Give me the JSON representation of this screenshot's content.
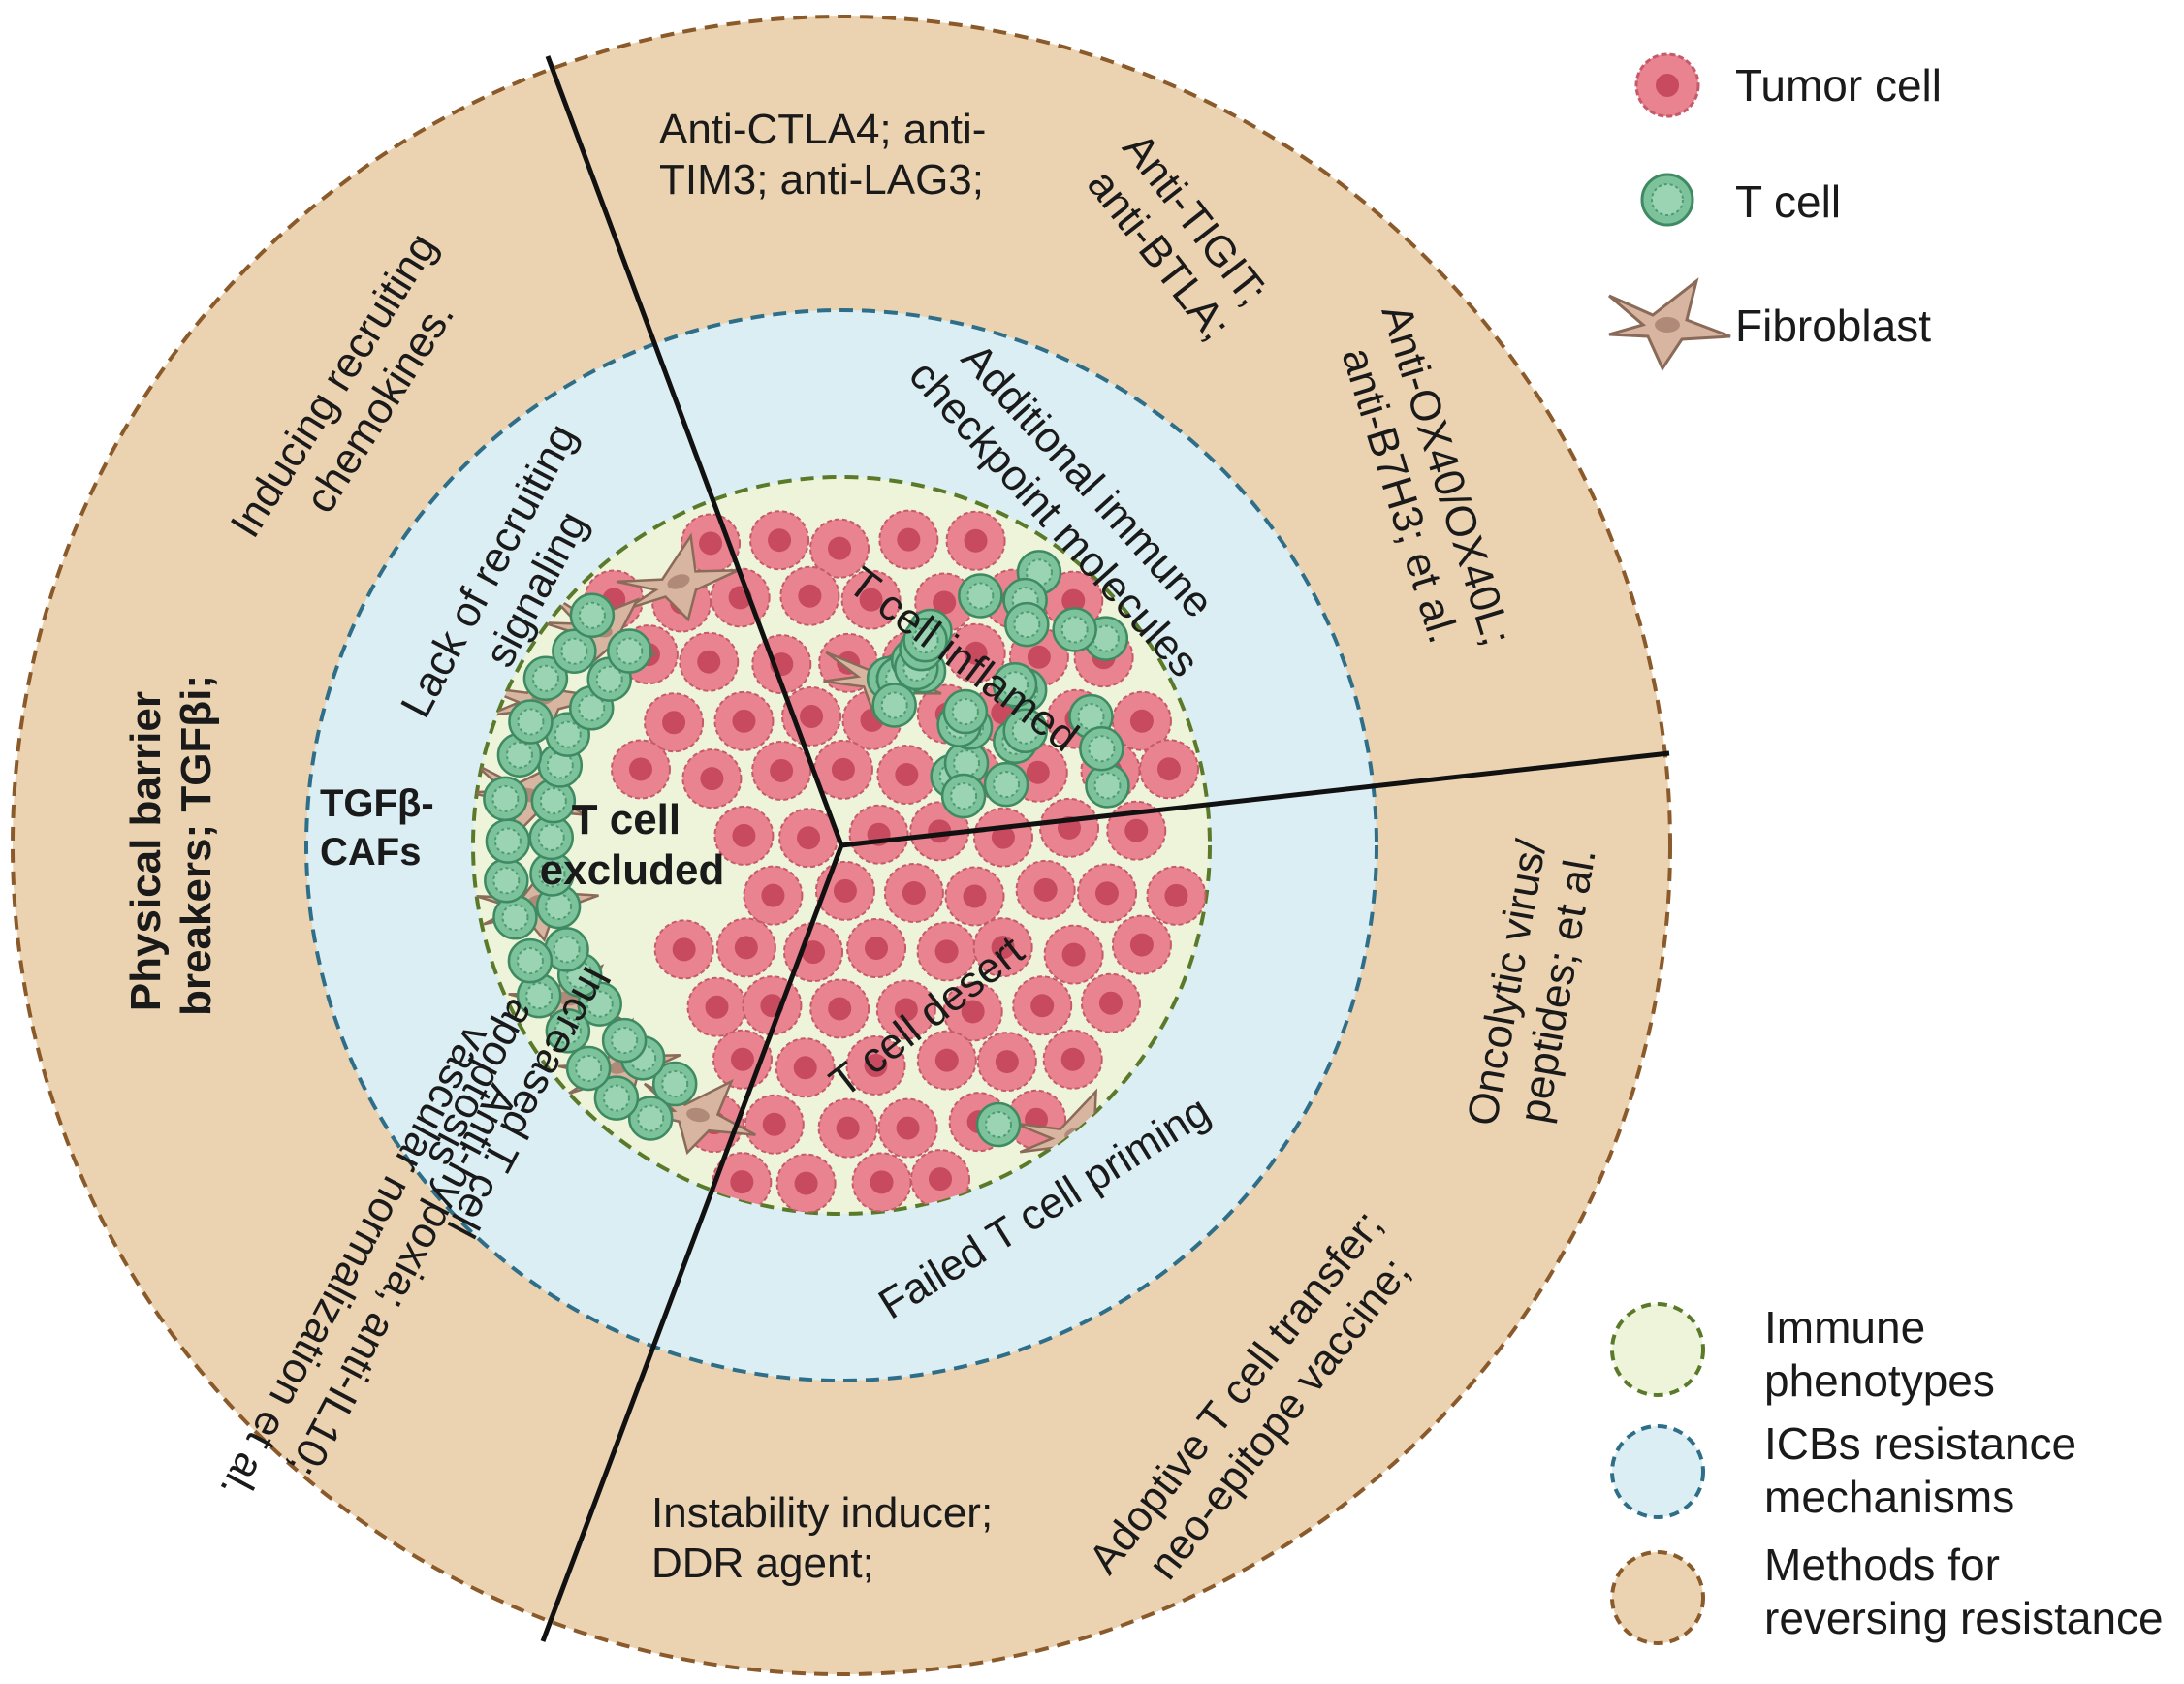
{
  "colors": {
    "outer_ring": "#ebd3b2",
    "outer_ring_border": "#8a5a2b",
    "middle_ring": "#dbeef4",
    "middle_ring_border": "#2f6e88",
    "inner_circle": "#eef4d9",
    "inner_circle_border": "#5a7a2a",
    "tumor_cell": "#e8838f",
    "tumor_nucleus": "#c74a5e",
    "t_cell": "#7cc39b",
    "t_cell_nucleus": "#4f9a72",
    "fibroblast": "#d8b5a0",
    "divider": "#111111"
  },
  "legend": {
    "tumor_cell": "Tumor cell",
    "t_cell": "T cell",
    "fibroblast": "Fibroblast",
    "immune_phenotypes": [
      "Immune",
      "phenotypes"
    ],
    "icbs_resistance": [
      "ICBs resistance",
      "mechanisms"
    ],
    "methods_reversing": [
      "Methods for",
      "reversing resistance"
    ]
  },
  "inner": {
    "inflamed": "T cell inflamed",
    "excluded": [
      "T cell",
      "excluded"
    ],
    "desert": "T cell desert"
  },
  "middle": {
    "checkpoint": [
      "Additional immune",
      "checkpoint molecules"
    ],
    "recruiting": [
      "Lack of recruiting",
      "signaling"
    ],
    "tgfb_cafs": [
      "TGFβ-",
      "CAFs"
    ],
    "apoptosis": [
      "Increased T cell",
      "apoptosis"
    ],
    "priming": "Failed T cell priming"
  },
  "outer": {
    "ctla4": [
      "Anti-CTLA4; anti-",
      "TIM3; anti-LAG3;"
    ],
    "tigit": [
      "Anti-TIGIT;",
      "anti-BTLA;"
    ],
    "ox40": [
      "Anti-OX40/OX40L;",
      "anti-B7H3; et al."
    ],
    "chemokines": [
      "Inducing recruiting",
      "chemokines."
    ],
    "barrier": [
      "Physical barrier",
      "breakers; TGFβi;"
    ],
    "hypoxia": [
      "Anti-hypoxia; anti-IL10;",
      "vascular normalization et al."
    ],
    "oncolytic": [
      "Oncolytic virus/",
      "peptides; et al."
    ],
    "adoptive": [
      "Adoptive T cell transfer;",
      "neo-epitope vaccine;"
    ],
    "instability": [
      "Instability inducer;",
      "DDR agent;"
    ]
  }
}
